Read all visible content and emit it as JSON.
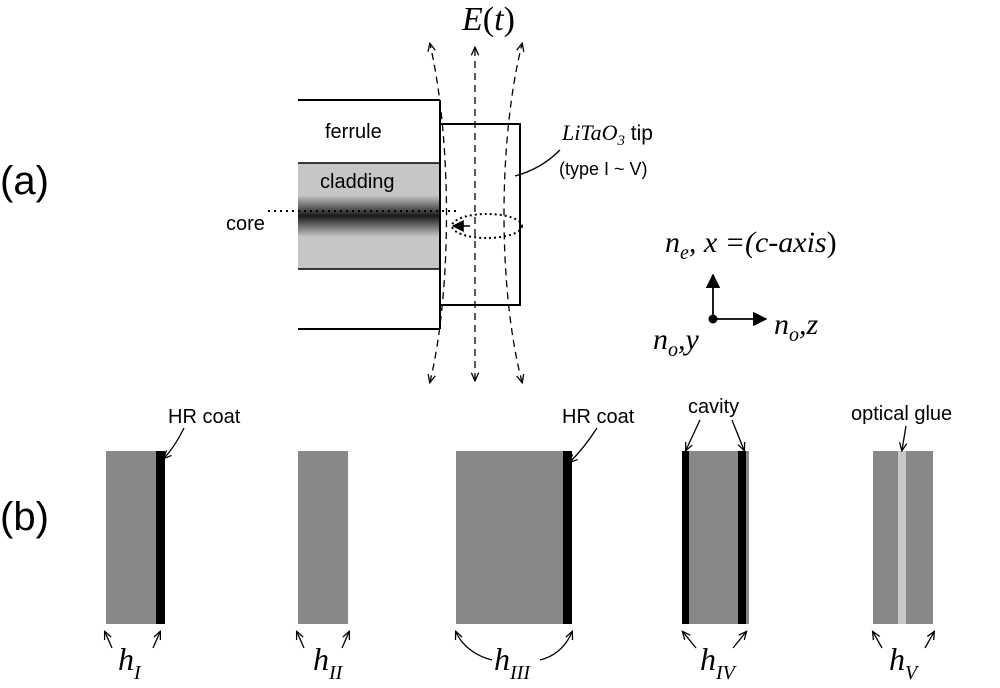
{
  "panel_a": {
    "label": "(a)",
    "field": {
      "sym": "E",
      "open": "(",
      "var": "t",
      "close": ")"
    },
    "ferrule": "ferrule",
    "cladding": "cladding",
    "core": "core",
    "tip": {
      "name_li": "LiTaO",
      "name_sub": "3",
      "suffix": " tip",
      "types": "(type I ~ V)"
    },
    "axes": {
      "vertical": {
        "n": "n",
        "sub": "e",
        "rest": ", x =(",
        "axis": "c-axis",
        "close": ")"
      },
      "horizontal": {
        "n": "n",
        "sub": "o",
        "rest": ",z"
      },
      "out_of_plane": {
        "n": "n",
        "sub": "o",
        "rest": ",y"
      }
    }
  },
  "panel_b": {
    "label": "(b)",
    "hr_coat_1": "HR coat",
    "hr_coat_3": "HR coat",
    "cavity": "cavity",
    "optical_glue": "optical glue",
    "h_labels": [
      {
        "h": "h",
        "sub": "I"
      },
      {
        "h": "h",
        "sub": "II"
      },
      {
        "h": "h",
        "sub": "III"
      },
      {
        "h": "h",
        "sub": "IV"
      },
      {
        "h": "h",
        "sub": "V"
      }
    ]
  },
  "colors": {
    "crystal_gray": "#888888",
    "cladding_gray": "#c6c6c6",
    "coat_black": "#000000",
    "glue_light": "#c8c8c8",
    "line": "#000000"
  }
}
